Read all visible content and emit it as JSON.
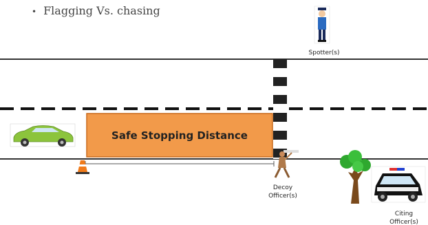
{
  "slide": {
    "bullet_symbol": "•",
    "bullet_text": "Flagging Vs. chasing"
  },
  "diagram": {
    "zone_label": "Safe Stopping Distance",
    "spotter_label": "Spotter(s)",
    "decoy_label_line1": "Decoy",
    "decoy_label_line2": "Officer(s)",
    "citing_label_line1": "Citing",
    "citing_label_line2": "Officer(s)",
    "colors": {
      "zone_fill": "#f29a4a",
      "zone_stroke": "#c96a1c",
      "car": "#8cc43c",
      "road_line": "#333333",
      "crosswalk": "#222222",
      "cone": "#f07a1a",
      "tree_leaves": "#2fa82f",
      "tree_trunk": "#7a4a1c"
    }
  }
}
